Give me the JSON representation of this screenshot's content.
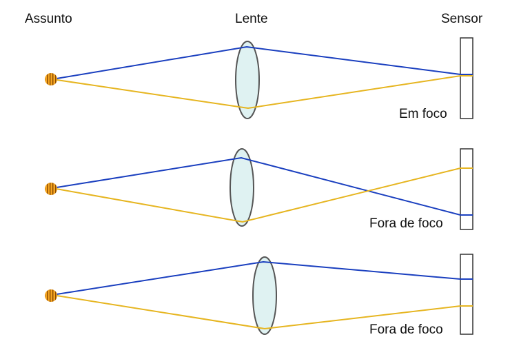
{
  "headers": {
    "subject": "Assunto",
    "lens": "Lente",
    "sensor": "Sensor"
  },
  "panels": [
    {
      "caption": "Em foco"
    },
    {
      "caption": "Fora de foco"
    },
    {
      "caption": "Fora de foco"
    }
  ],
  "colors": {
    "upper_ray": "#1a3fbf",
    "lower_ray": "#e6b520",
    "lens_fill": "#dff2f2",
    "lens_stroke": "#555555",
    "subject_fill": "#f5a623",
    "subject_stripes": "#8a4a00",
    "sensor_stroke": "#333333"
  }
}
